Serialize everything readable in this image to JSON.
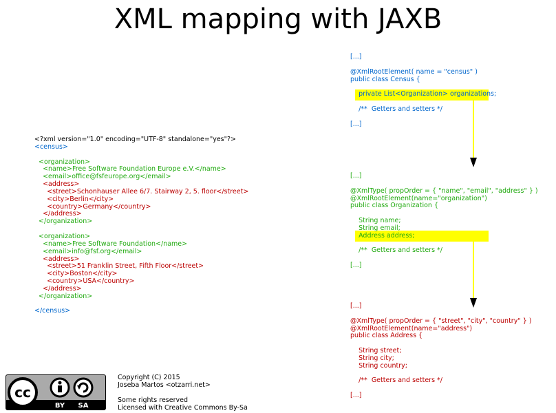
{
  "title": "XML mapping with JAXB",
  "xml_lines": [
    {
      "text": "<?xml version=\"1.0\" encoding=\"UTF-8\" standalone=\"yes\"?>",
      "color": "black"
    },
    {
      "text": "<census>",
      "color": "blue"
    },
    {
      "text": "",
      "color": "black"
    },
    {
      "text": "  <organization>",
      "color": "green"
    },
    {
      "text": "    <name>Free Software Foundation Europe e.V.</name>",
      "color": "green"
    },
    {
      "text": "    <email>office@fsfeurope.org</email>",
      "color": "green"
    },
    {
      "text": "    <address>",
      "color": "red"
    },
    {
      "text": "      <street>Schonhauser Allee 6/7. Stairway 2, 5. floor</street>",
      "color": "red"
    },
    {
      "text": "      <city>Berlin</city>",
      "color": "red"
    },
    {
      "text": "      <country>Germany</country>",
      "color": "red"
    },
    {
      "text": "    </address>",
      "color": "red"
    },
    {
      "text": "  </organization>",
      "color": "green"
    },
    {
      "text": "",
      "color": "black"
    },
    {
      "text": "  <organization>",
      "color": "green"
    },
    {
      "text": "    <name>Free Software Foundation</name>",
      "color": "green"
    },
    {
      "text": "    <email>info@fsf.org</email>",
      "color": "green"
    },
    {
      "text": "    <address>",
      "color": "red"
    },
    {
      "text": "      <street>51 Franklin Street, Fifth Floor</street>",
      "color": "red"
    },
    {
      "text": "      <city>Boston</city>",
      "color": "red"
    },
    {
      "text": "      <country>USA</country>",
      "color": "red"
    },
    {
      "text": "    </address>",
      "color": "red"
    },
    {
      "text": "  </organization>",
      "color": "green"
    },
    {
      "text": "",
      "color": "black"
    },
    {
      "text": "</census>",
      "color": "blue"
    }
  ],
  "census_class": [
    {
      "text": "[...]",
      "color": "blue"
    },
    {
      "text": "",
      "color": "blue"
    },
    {
      "text": "@XmlRootElement( name = \"census\" )",
      "color": "blue"
    },
    {
      "text": "public class Census {",
      "color": "blue"
    },
    {
      "text": "",
      "color": "blue"
    },
    {
      "text": "    private List<Organization> organizations;",
      "color": "blue"
    },
    {
      "text": "",
      "color": "blue"
    },
    {
      "text": "    /**  Getters and setters */",
      "color": "blue"
    },
    {
      "text": "",
      "color": "blue"
    },
    {
      "text": "[...]",
      "color": "blue"
    }
  ],
  "organization_class": [
    {
      "text": "[...]",
      "color": "green"
    },
    {
      "text": "",
      "color": "green"
    },
    {
      "text": "@XmlType( propOrder = { \"name\", \"email\", \"address\" } )",
      "color": "green"
    },
    {
      "text": "@XmlRootElement(name=\"organization\")",
      "color": "green"
    },
    {
      "text": "public class Organization {",
      "color": "green"
    },
    {
      "text": "",
      "color": "green"
    },
    {
      "text": "    String name;",
      "color": "green"
    },
    {
      "text": "    String email;",
      "color": "green"
    },
    {
      "text": "    Address address;",
      "color": "green"
    },
    {
      "text": "",
      "color": "green"
    },
    {
      "text": "    /**  Getters and setters */",
      "color": "green"
    },
    {
      "text": "",
      "color": "green"
    },
    {
      "text": "[...]",
      "color": "green"
    }
  ],
  "address_class": [
    {
      "text": "[...]",
      "color": "red"
    },
    {
      "text": "",
      "color": "red"
    },
    {
      "text": "@XmlType( propOrder = { \"street\", \"city\", \"country\" } )",
      "color": "red"
    },
    {
      "text": "@XmlRootElement(name=\"address\")",
      "color": "red"
    },
    {
      "text": "public class Address {",
      "color": "red"
    },
    {
      "text": "",
      "color": "red"
    },
    {
      "text": "    String street;",
      "color": "red"
    },
    {
      "text": "    String city;",
      "color": "red"
    },
    {
      "text": "    String country;",
      "color": "red"
    },
    {
      "text": "",
      "color": "red"
    },
    {
      "text": "    /**  Getters and setters */",
      "color": "red"
    },
    {
      "text": "",
      "color": "red"
    },
    {
      "text": "[...]",
      "color": "red"
    }
  ],
  "credits": {
    "line1": "Copyright (C) 2015",
    "line2": "Joseba Martos <otzarri.net>",
    "line3": "Some rights reserved",
    "line4": "Licensed with Creative Commons By-Sa"
  },
  "license_badge": {
    "cc": "cc",
    "by": "BY",
    "sa": "SA"
  },
  "colors": {
    "xml_blue": "#0066cc",
    "xml_green": "#22aa11",
    "xml_red": "#bb0000",
    "highlight": "#ffff00"
  }
}
